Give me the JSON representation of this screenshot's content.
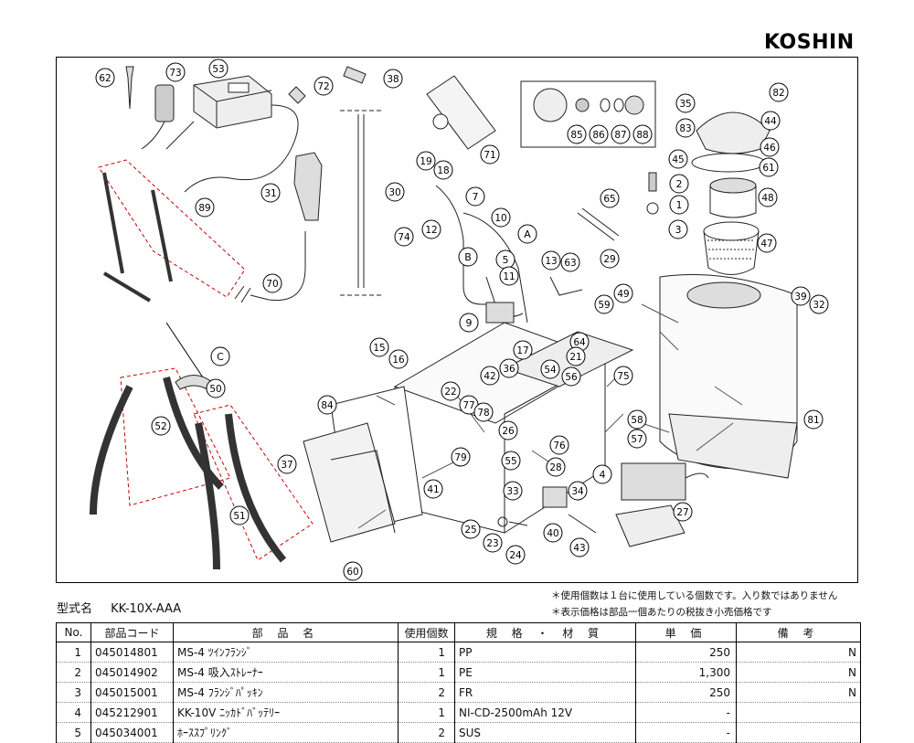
{
  "brand": "KOSHIN",
  "model": {
    "label": "型式名",
    "value": "KK-10X-AAA"
  },
  "notes": [
    "＊使用個数は１台に使用している個数です。入り数ではありません",
    "＊表示価格は部品一個あたりの税抜き小売価格です"
  ],
  "table": {
    "headers": {
      "no": "No.",
      "code": "部品コード",
      "name": "部 品 名",
      "qty": "使用個数",
      "spec": "規 格 ・ 材 質",
      "price": "単 価",
      "note": "備 考"
    },
    "rows": [
      {
        "no": "1",
        "code": "045014801",
        "name": "MS-4 ﾂｲﾝﾌﾗﾝｼﾞ",
        "qty": "1",
        "spec": "PP",
        "price": "250",
        "note": "N"
      },
      {
        "no": "2",
        "code": "045014902",
        "name": "MS-4 吸入ｽﾄﾚｰﾅｰ",
        "qty": "1",
        "spec": "PE",
        "price": "1,300",
        "note": "N"
      },
      {
        "no": "3",
        "code": "045015001",
        "name": "MS-4 ﾌﾗﾝｼﾞﾊﾟｯｷﾝ",
        "qty": "2",
        "spec": "FR",
        "price": "250",
        "note": "N"
      },
      {
        "no": "4",
        "code": "045212901",
        "name": "KK-10V ﾆｯｶﾄﾞﾊﾞｯﾃﾘｰ",
        "qty": "1",
        "spec": "NI-CD-2500mAh 12V",
        "price": "-",
        "note": ""
      },
      {
        "no": "5",
        "code": "045034001",
        "name": "ﾎｰｽｽﾌﾟﾘﾝｸﾞ",
        "qty": "2",
        "spec": "SUS",
        "price": "-",
        "note": ""
      }
    ]
  },
  "diagram": {
    "callouts": [
      "62",
      "73",
      "53",
      "72",
      "38",
      "71",
      "85",
      "86",
      "87",
      "88",
      "35",
      "82",
      "83",
      "44",
      "46",
      "45",
      "61",
      "2",
      "1",
      "3",
      "48",
      "47",
      "39",
      "32",
      "89",
      "31",
      "30",
      "19",
      "18",
      "7",
      "12",
      "10",
      "B",
      "A",
      "5",
      "11",
      "13",
      "63",
      "65",
      "29",
      "74",
      "70",
      "9",
      "59",
      "49",
      "15",
      "16",
      "17",
      "64",
      "21",
      "54",
      "56",
      "36",
      "42",
      "C",
      "75",
      "50",
      "84",
      "22",
      "77",
      "78",
      "26",
      "58",
      "57",
      "81",
      "37",
      "52",
      "79",
      "76",
      "41",
      "55",
      "28",
      "4",
      "33",
      "34",
      "27",
      "51",
      "25",
      "23",
      "24",
      "40",
      "43",
      "60"
    ]
  }
}
